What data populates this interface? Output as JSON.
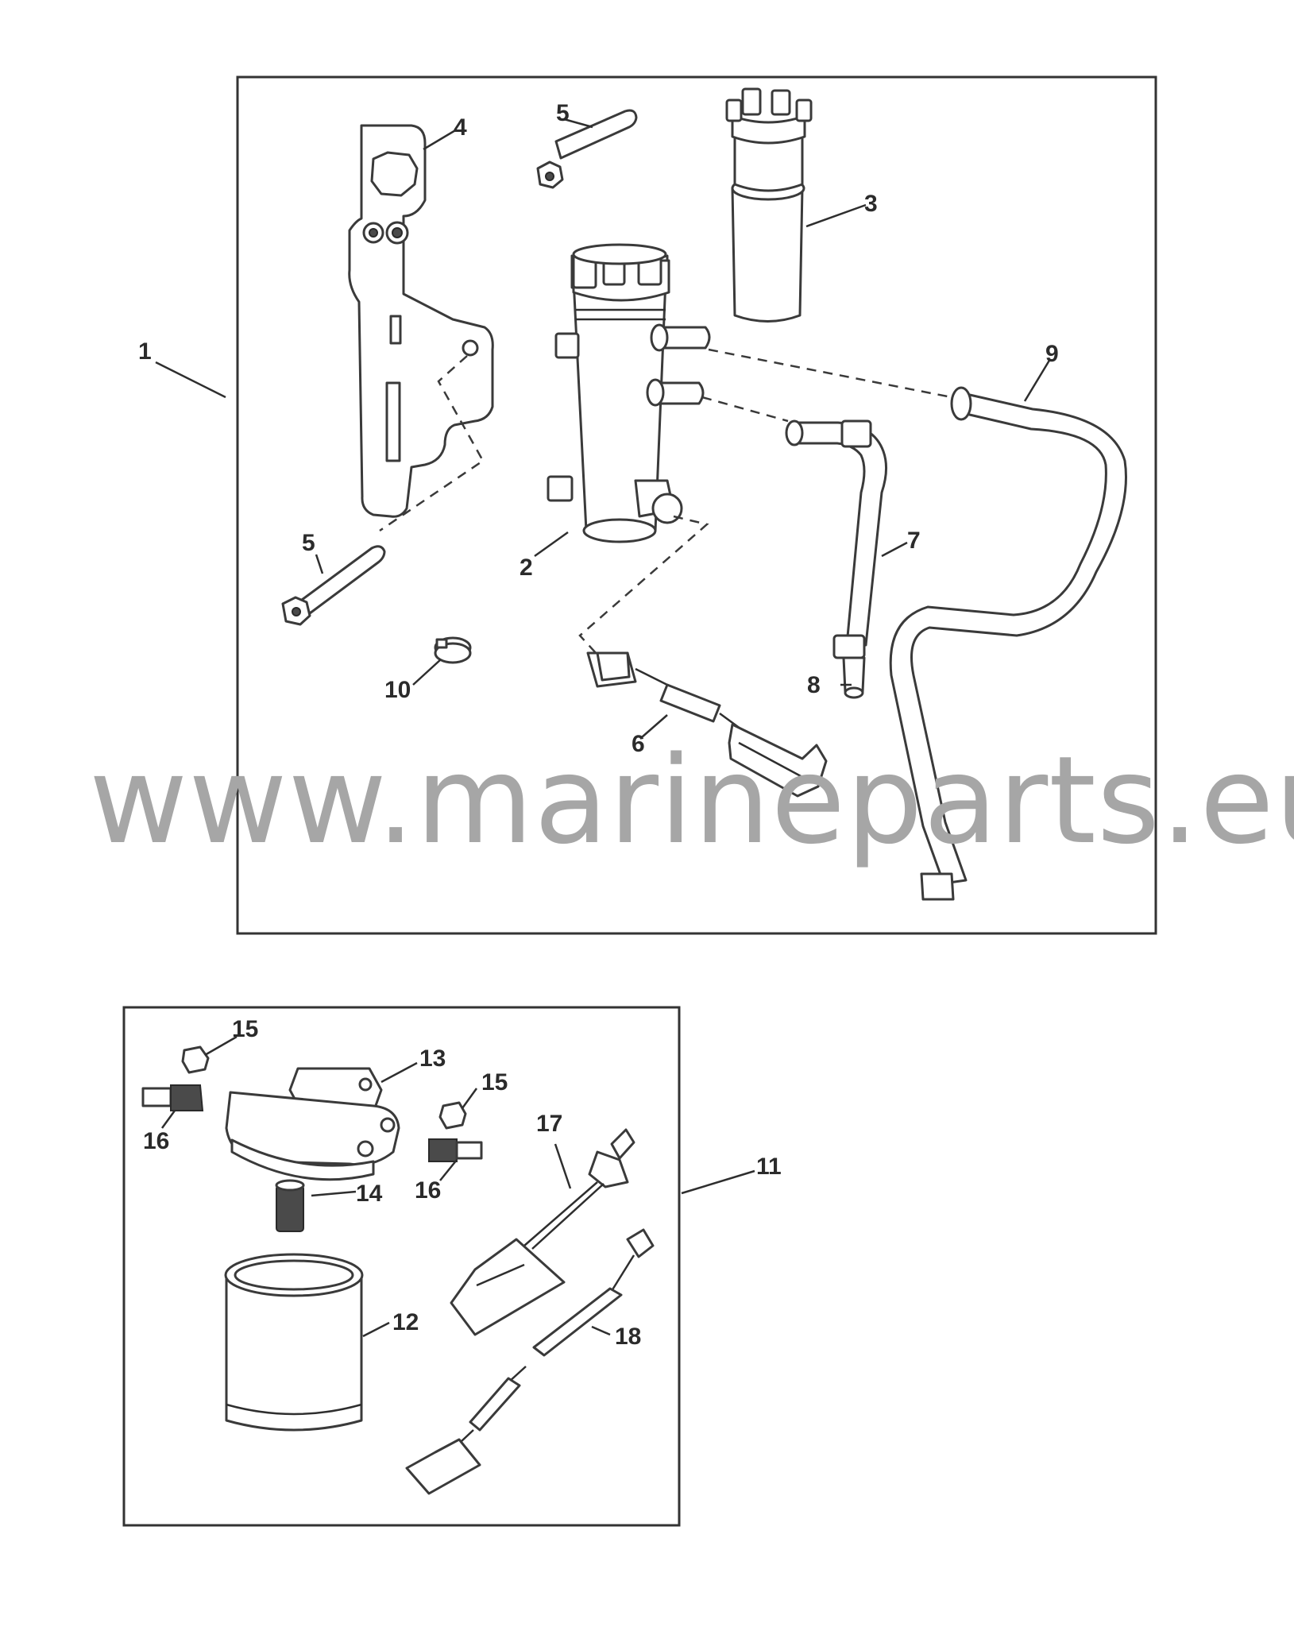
{
  "watermark": "www.marineparts.eu",
  "callouts": {
    "c1": "1",
    "c2": "2",
    "c3": "3",
    "c4": "4",
    "c5a": "5",
    "c5b": "5",
    "c6": "6",
    "c7": "7",
    "c8": "8",
    "c9": "9",
    "c10": "10",
    "c11": "11",
    "c12": "12",
    "c13": "13",
    "c14": "14",
    "c15a": "15",
    "c15b": "15",
    "c16a": "16",
    "c16b": "16",
    "c17": "17",
    "c18": "18"
  }
}
